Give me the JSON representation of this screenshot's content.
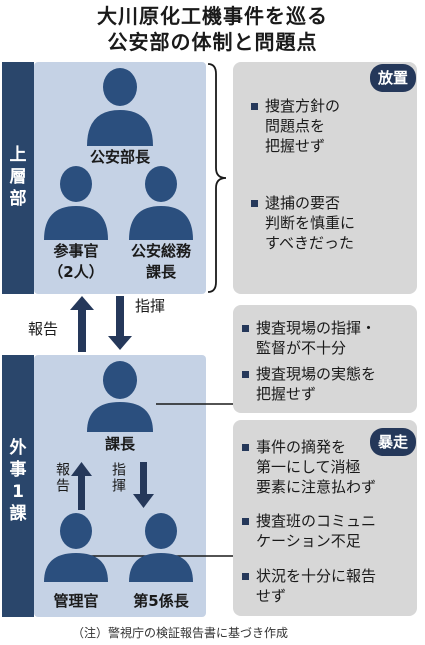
{
  "title": {
    "line1": "大川原化工機事件を巡る",
    "line2": "公安部の体制と問題点"
  },
  "upper": {
    "sidebar": [
      "上",
      "層",
      "部"
    ],
    "chief_label": "公安部長",
    "councilor_label_1": "参事官",
    "councilor_label_2": "（2人）",
    "gad_label_1": "公安総務",
    "gad_label_2": "課長"
  },
  "lower": {
    "sidebar": [
      "外",
      "事",
      "1",
      "課"
    ],
    "section_chief_label": "課長",
    "manager_label": "管理官",
    "group5_label": "第5係長",
    "inner_report_label": "報告",
    "inner_command_label": "指揮"
  },
  "between": {
    "report_label": "報告",
    "command_label": "指揮"
  },
  "notes": {
    "neglect": {
      "badge": "放置",
      "items": [
        "捜査方針の\n問題点を\n把握せず",
        "逮捕の要否\n判断を慎重に\nすべきだった"
      ]
    },
    "middle": {
      "items": [
        "捜査現場の指揮・\n監督が不十分",
        "捜査現場の実態を\n把握せず"
      ]
    },
    "runaway": {
      "badge": "暴走",
      "items": [
        "事件の摘発を\n第一にして消極\n要素に注意払わず",
        "捜査班のコミュニ\nケーション不足",
        "状況を十分に報告\nせず"
      ]
    }
  },
  "footer": "（注）警視庁の検証報告書に基づき作成",
  "colors": {
    "navy": "#2a466b",
    "person": "#2b4f7e",
    "org_box": "#c5d2e5",
    "note_box": "#d7d7d7"
  }
}
